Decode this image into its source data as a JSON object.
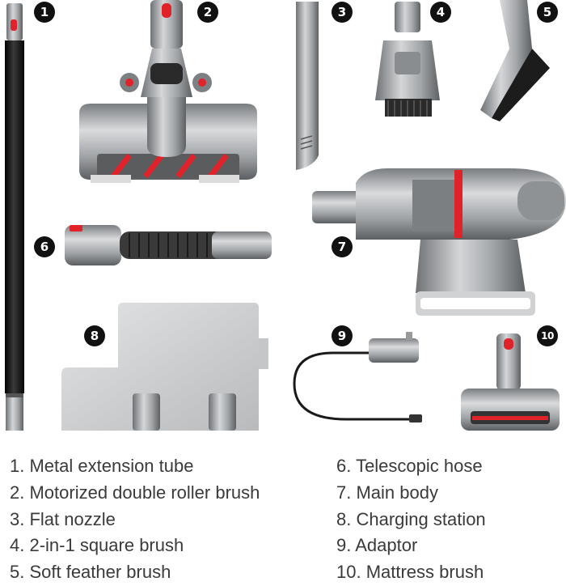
{
  "badges": [
    "1",
    "2",
    "3",
    "4",
    "5",
    "6",
    "7",
    "8",
    "9",
    "10"
  ],
  "legend": {
    "left": [
      "1. Metal extension tube",
      "2. Motorized double roller brush",
      "3. Flat nozzle",
      "4. 2-in-1 square brush",
      "5. Soft feather brush"
    ],
    "right": [
      "6. Telescopic hose",
      "7. Main body",
      "8. Charging station",
      "9. Adaptor",
      "10. Mattress brush"
    ]
  },
  "colors": {
    "accent": "#e0222b",
    "metal": "#a7a9ab",
    "dark": "#1a1a1a"
  }
}
